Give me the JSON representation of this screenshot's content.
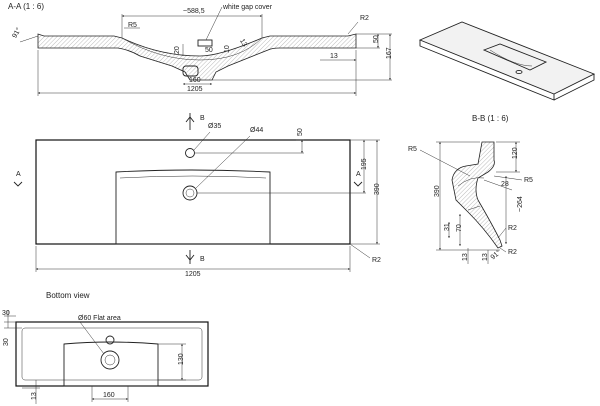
{
  "views": {
    "section_aa": {
      "title": "A-A (1 : 6)",
      "labels": {
        "gap_cover": "white gap cover",
        "angle": "91°",
        "r_left": "R5",
        "r_right": "R2",
        "inner_width": "~588,5",
        "d20": "20",
        "d50": "50",
        "d10": "10",
        "d13a": "13",
        "d160": "160",
        "d50r": "50",
        "d167": "167",
        "d13b": "13",
        "width": "1205"
      }
    },
    "plan_top": {
      "labels": {
        "section_b_top": "B",
        "tap_hole": "Ø35",
        "waste": "Ø44",
        "d50": "50",
        "d195": "195",
        "d390": "390",
        "section_a_left": "A",
        "section_a_right": "A",
        "section_b_bottom": "B",
        "width": "1205",
        "corner": "R2"
      }
    },
    "section_bb": {
      "title": "B-B (1 : 6)",
      "labels": {
        "r5_top": "R5",
        "d120": "120",
        "d28": "28",
        "r5_right": "R5",
        "d390": "390",
        "d264": "~264",
        "d31": "31",
        "d70": "70",
        "r2a": "R2",
        "d13": "13",
        "d13b": "13",
        "angle": "91°",
        "r2b": "R2"
      }
    },
    "bottom": {
      "title": "Bottom view",
      "labels": {
        "d30a": "30",
        "d30b": "30",
        "flat_area": "Ø60 Flat area",
        "d130": "130",
        "d13": "13",
        "d160": "160"
      }
    }
  }
}
